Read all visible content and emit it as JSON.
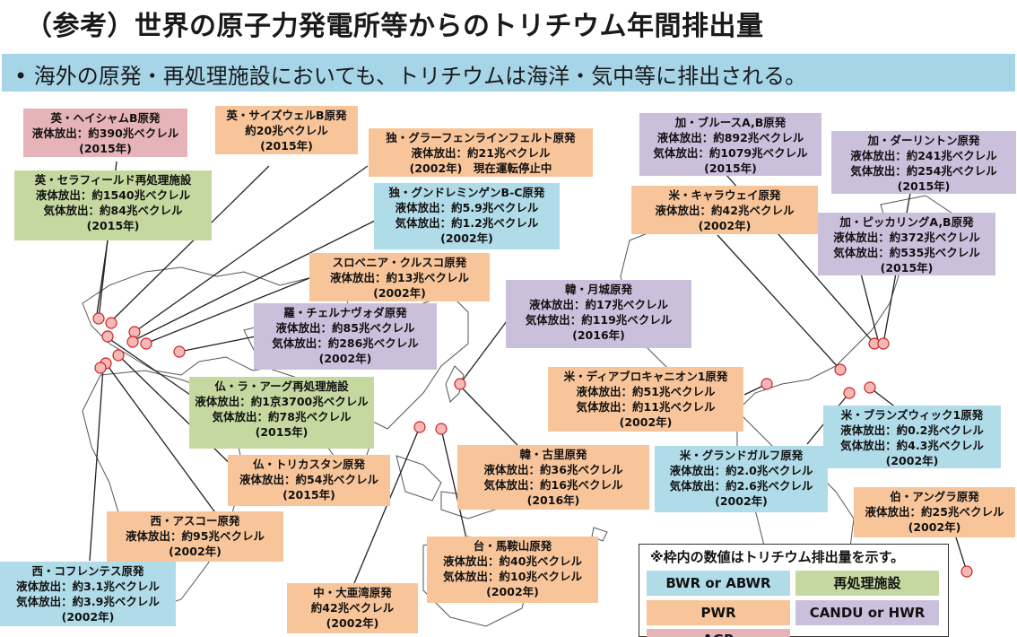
{
  "header": {
    "title": "（参考）世界の原子力発電所等からのトリチウム年間排出量",
    "subtitle": "•  海外の原発・再処理施設においても、トリチウムは海洋・気中等に排出される。"
  },
  "colors": {
    "PWR": "#f8c59a",
    "BWR or ABWR": "#b0dbe8",
    "AGR": "#e6b4b8",
    "再処理施設": "#c4d89f",
    "CANDU or HWR": "#cbc0dc",
    "site_marker": "#f4b8b6"
  },
  "facilities": {
    "uk_heysham": {
      "name": "英・ヘイシャムB原発",
      "line1": "液体放出：約390兆ベクレル",
      "year": "(2015年)"
    },
    "uk_sizewell": {
      "name": "英・サイズウェルB原発",
      "line1": "約20兆ベクレル",
      "year": "(2015年)"
    },
    "de_grafenrheinfeld": {
      "name": "独・グラーフェンラインフェルト原発",
      "line1": "液体放出：約21兆ベクレル",
      "year": "(2002年)　現在運転停止中"
    },
    "uk_sellafield": {
      "name": "英・セラフィールド再処理施設",
      "line1": "液体放出：約1540兆ベクレル",
      "line2": "気体放出：約84兆ベクレル",
      "year": "(2015年)"
    },
    "de_gundremmingen": {
      "name": "独・グンドレミンゲンB-C原発",
      "line1": "液体放出：約5.9兆ベクレル",
      "line2": "気体放出：約1.2兆ベクレル",
      "year": "(2002年)"
    },
    "si_krsko": {
      "name": "スロベニア・クルスコ原発",
      "line1": "液体放出：約13兆ベクレル",
      "year": "(2002年)"
    },
    "ro_cernavoda": {
      "name": "羅・チェルナヴォダ原発",
      "line1": "液体放出：約85兆ベクレル",
      "line2": "気体放出：約286兆ベクレル",
      "year": "(2002年)"
    },
    "fr_lahague": {
      "name": "仏・ラ・アーグ再処理施設",
      "line1": "液体放出：約1京3700兆ベクレル",
      "line2": "気体放出：約78兆ベクレル",
      "year": "(2015年)"
    },
    "fr_tricastin": {
      "name": "仏・トリカスタン原発",
      "line1": "液体放出：約54兆ベクレル",
      "year": "(2015年)"
    },
    "es_asco": {
      "name": "西・アスコー原発",
      "line1": "液体放出：約95兆ベクレル",
      "year": "(2002年)"
    },
    "es_cofrentes": {
      "name": "西・コフレンテス原発",
      "line1": "液体放出：約3.1兆ベクレル",
      "line2": "気体放出：約3.9兆ベクレル",
      "year": "(2002年)"
    },
    "cn_dayawan": {
      "name": "中・大亜湾原発",
      "line1": "約42兆ベクレル",
      "year": "(2002年)"
    },
    "tw_maanshan": {
      "name": "台・馬鞍山原発",
      "line1": "液体放出：約40兆ベクレル",
      "line2": "気体放出：約10兆ベクレル",
      "year": "(2002年)"
    },
    "kr_kori": {
      "name": "韓・古里原発",
      "line1": "液体放出：約36兆ベクレル",
      "line2": "気体放出：約16兆ベクレル",
      "year": "(2016年)"
    },
    "kr_wolsong": {
      "name": "韓・月城原発",
      "line1": "液体放出：約17兆ベクレル",
      "line2": "気体放出：約119兆ベクレル",
      "year": "(2016年)"
    },
    "ca_bruce": {
      "name": "加・ブルースA,B原発",
      "line1": "液体放出：約892兆ベクレル",
      "line2": "気体放出：約1079兆ベクレル",
      "year": "(2015年)"
    },
    "ca_darlington": {
      "name": "加・ダーリントン原発",
      "line1": "液体放出：約241兆ベクレル",
      "line2": "気体放出：約254兆ベクレル",
      "year": "(2015年)"
    },
    "us_callaway": {
      "name": "米・キャラウェイ原発",
      "line1": "液体放出：約42兆ベクレル",
      "year": "(2002年)"
    },
    "ca_pickering": {
      "name": "加・ピッカリングA,B原発",
      "line1": "液体放出：約372兆ベクレル",
      "line2": "気体放出：約535兆ベクレル",
      "year": "(2015年)"
    },
    "us_diablo": {
      "name": "米・ディアブロキャニオン1原発",
      "line1": "液体放出：約51兆ベクレル",
      "line2": "気体放出：約11兆ベクレル",
      "year": "(2002年)"
    },
    "us_brunswick": {
      "name": "米・ブランズウィック1原発",
      "line1": "液体放出：約0.2兆ベクレル",
      "line2": "気体放出：約4.3兆ベクレル",
      "year": "(2002年)"
    },
    "us_grandgulf": {
      "name": "米・グランドガルフ原発",
      "line1": "液体放出：約2.0兆ベクレル",
      "line2": "気体放出：約2.6兆ベクレル",
      "year": "(2002年)"
    },
    "br_angra": {
      "name": "伯・アングラ原発",
      "line1": "液体放出：約25兆ベクレル",
      "year": "(2002年)"
    }
  },
  "legend": {
    "title": "※枠内の数値はトリチウム排出量を示す。",
    "items": [
      {
        "label": "BWR or ABWR",
        "color": "#b0dbe8"
      },
      {
        "label": "再処理施設",
        "color": "#c4d89f"
      },
      {
        "label": "PWR",
        "color": "#f8c59a"
      },
      {
        "label": "CANDU or HWR",
        "color": "#cbc0dc"
      },
      {
        "label": "AGR",
        "color": "#e6b4b8"
      }
    ]
  }
}
